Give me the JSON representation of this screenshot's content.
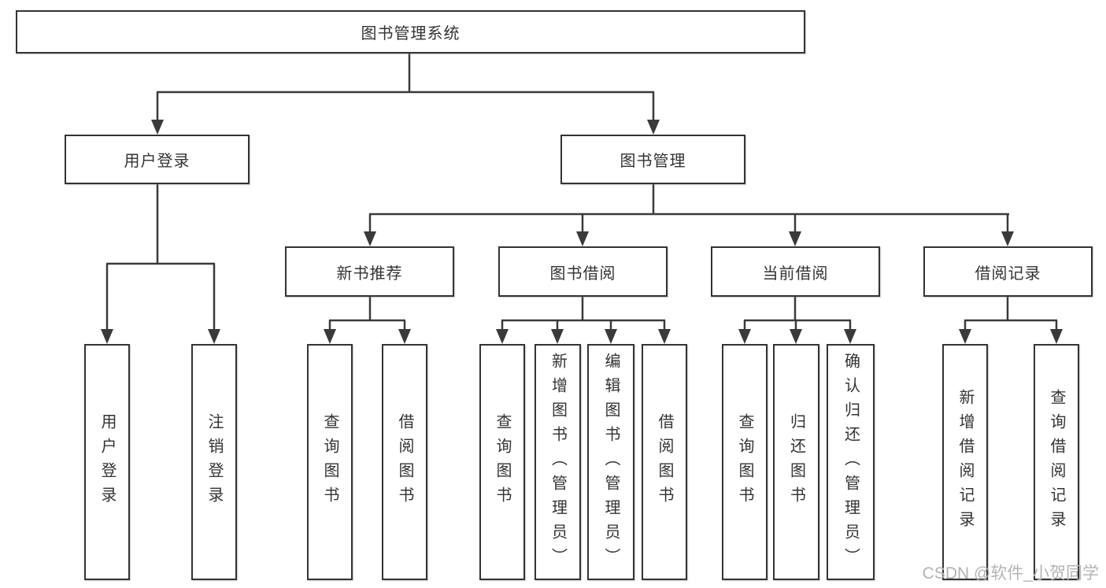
{
  "diagram_title": "图书管理系统",
  "nodes": {
    "root": "图书管理系统",
    "user_login": "用户登录",
    "book_mgmt": "图书管理",
    "new_book_rec": "新书推荐",
    "book_borrow": "图书借阅",
    "current_borrow": "当前借阅",
    "borrow_records": "借阅记录",
    "leaf_user_login": "用户登录",
    "leaf_logout": "注销登录",
    "leaf_rec_query_books": "查询图书",
    "leaf_rec_borrow_books": "借阅图书",
    "leaf_bor_query_books": "查询图书",
    "leaf_bor_add_books": "新增图书（管理员）",
    "leaf_bor_edit_books": "编辑图书（管理员）",
    "leaf_bor_borrow_books": "借阅图书",
    "leaf_cur_query_books": "查询图书",
    "leaf_cur_return_books": "归还图书",
    "leaf_cur_confirm_return": "确认归还（管理员）",
    "leaf_rcd_add_record": "新增借阅记录",
    "leaf_rcd_query_record": "查询借阅记录"
  },
  "watermark": "CSDN @软件_小贺同学",
  "colors": {
    "line": "#3a3a3a",
    "box_border": "#333333",
    "text": "#333333",
    "watermark": "#b3b3b3",
    "background": "#ffffff"
  }
}
